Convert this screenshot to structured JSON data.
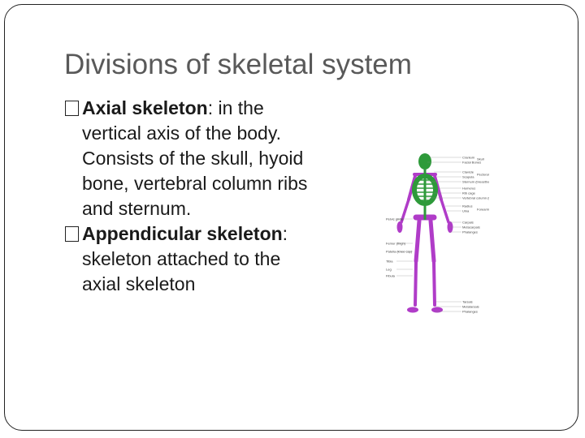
{
  "slide": {
    "title": "Divisions of skeletal system",
    "bullets": [
      {
        "term": "Axial skeleton",
        "text": ": in the vertical axis of the body.  Consists  of the skull, hyoid bone, vertebral column ribs and sternum."
      },
      {
        "term": "Appendicular skeleton",
        "text": ": skeleton attached to the axial skeleton"
      }
    ]
  },
  "figure": {
    "axial_color": "#2e9a3a",
    "appendicular_color": "#b03cc8",
    "labels_right": [
      "Cranium",
      "Facial Bones",
      "Clavicle",
      "Scapula",
      "Sternum (breastbone)",
      "Humerus",
      "Rib cage",
      "Vertebral column (backbone)",
      "Radius",
      "Ulna",
      "Carpals",
      "Metacarpals",
      "Phalanges",
      "Tarsals",
      "Metatarsals",
      "Phalanges"
    ],
    "labels_far_right": [
      "Skull",
      "Pectoral or shoulder girdle",
      "Forearm"
    ],
    "labels_left": [
      "Pelvic girdle",
      "Femur (thigh)",
      "Patella (knee cap)",
      "Tibia",
      "Leg",
      "Fibula"
    ]
  }
}
